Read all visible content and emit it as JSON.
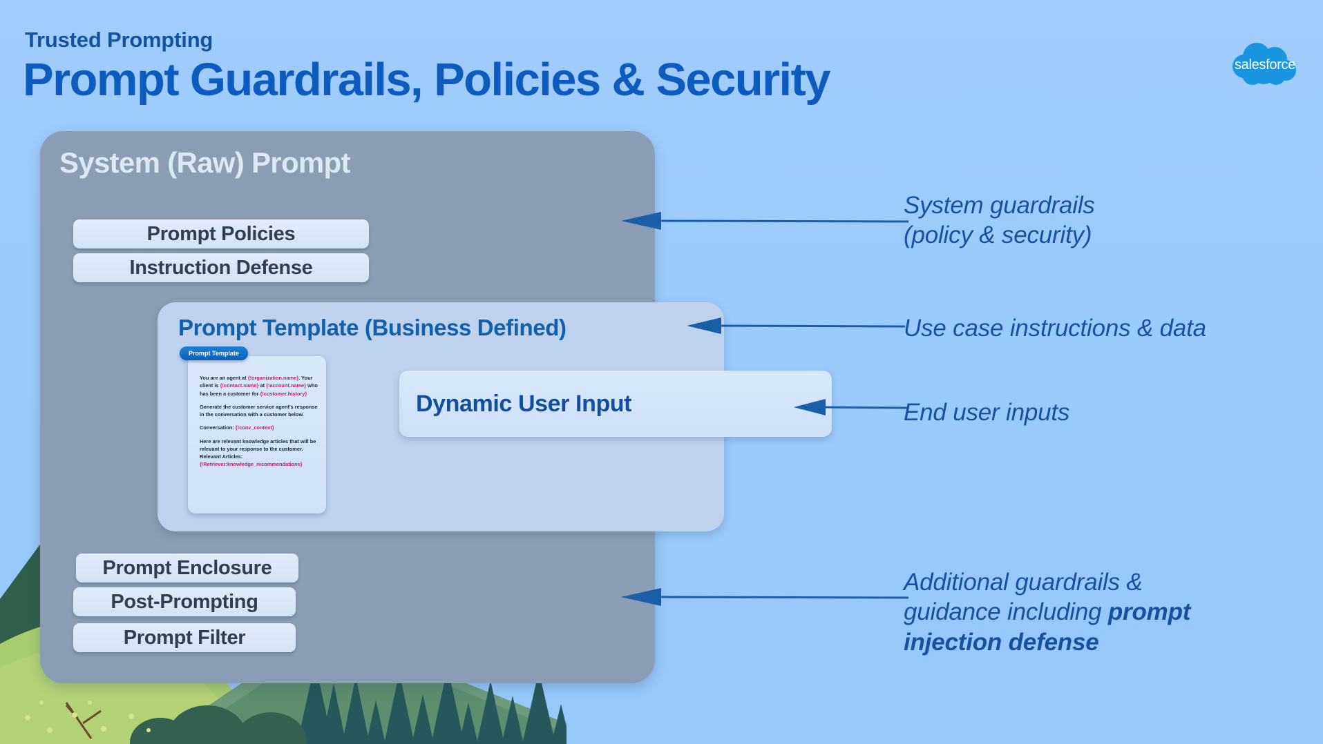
{
  "slide": {
    "eyebrow": "Trusted Prompting",
    "title": "Prompt Guardrails, Policies & Security",
    "background_color": "#9ccbfc",
    "accent_color": "#0d5bbd"
  },
  "brand": {
    "logo_name": "salesforce-cloud-logo",
    "wordmark": "salesforce",
    "logo_color": "#1a96e0"
  },
  "system_panel": {
    "title": "System (Raw) Prompt",
    "panel_color": "#8a9db4",
    "top_pills": [
      {
        "label": "Prompt Policies"
      },
      {
        "label": "Instruction Defense"
      }
    ],
    "bottom_pills": [
      {
        "label": "Prompt Enclosure"
      },
      {
        "label": "Post-Prompting"
      },
      {
        "label": "Prompt Filter"
      }
    ]
  },
  "template_panel": {
    "title": "Prompt Template (Business Defined)",
    "panel_color": "#bed2ed",
    "card": {
      "badge": "Prompt Template",
      "paragraphs": [
        "You are an agent at {!organization.name}. Your client is {!contact.name} at {!account.name} who has been a customer for {!customer.history}",
        "Generate the customer service agent's response in the conversation with a customer below.",
        "Conversation: {!conv_context}",
        "Here are relevant knowledge articles that will be relevant to your response to the customer. Relevant Articles: {!Retriever:knowledge_recommendations}"
      ]
    }
  },
  "dynamic_user_input": {
    "label": "Dynamic User Input"
  },
  "annotations": [
    {
      "id": "system-guardrails",
      "line1": "System guardrails",
      "line2": "(policy & security)"
    },
    {
      "id": "use-case-instructions",
      "line1": "Use case instructions & data"
    },
    {
      "id": "end-user-inputs",
      "line1": "End user inputs"
    },
    {
      "id": "additional-guardrails",
      "line1": "Additional guardrails &",
      "line2_prefix": "guidance including ",
      "line2_bold": "prompt",
      "line3_bold": "injection defense"
    }
  ],
  "arrows": {
    "color": "#1b5ea8",
    "items": [
      {
        "name": "arrow-system-guardrails"
      },
      {
        "name": "arrow-use-case"
      },
      {
        "name": "arrow-end-user-input"
      },
      {
        "name": "arrow-additional-guardrails"
      }
    ]
  },
  "decoration": {
    "name": "landscape-illustration",
    "hill_color": "#a8cc6e",
    "tree_color": "#2a5f4f",
    "grass_color": "#5d8f6f"
  }
}
